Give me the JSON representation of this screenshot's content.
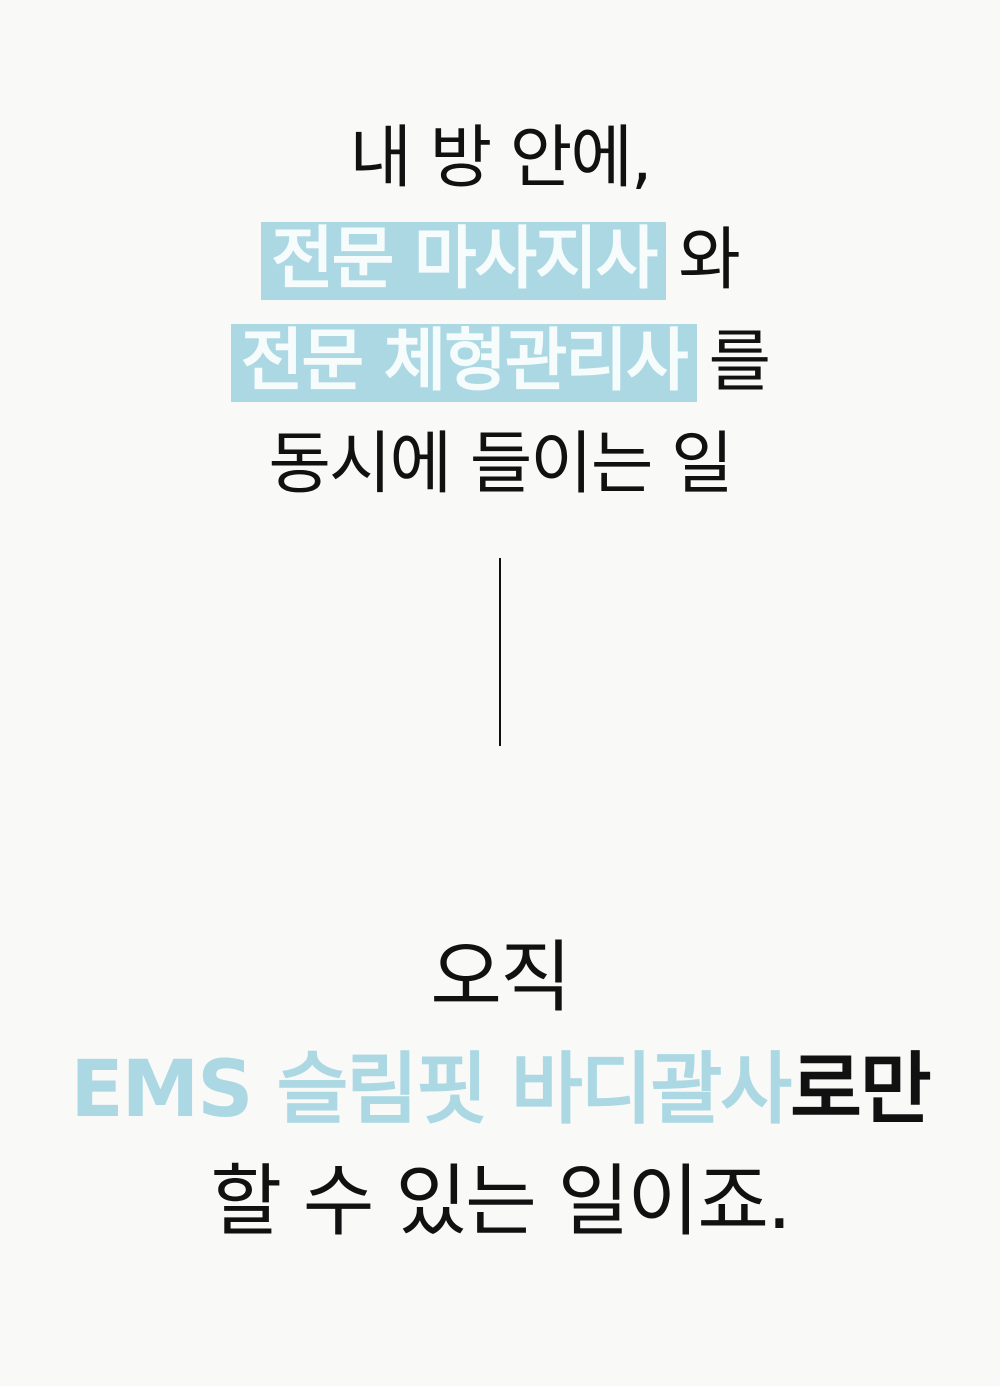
{
  "top": {
    "line1": "내 방 안에,",
    "line2": {
      "highlight": "전문 마사지사",
      "suffix": "와"
    },
    "line3": {
      "highlight": "전문 체형관리사",
      "suffix": "를"
    },
    "line4": "동시에 들이는 일"
  },
  "bottom": {
    "line1": "오직",
    "line2": {
      "accent": "EMS 슬림핏 바디괄사",
      "bold": "로만"
    },
    "line3": "할 수 있는 일이죠."
  },
  "colors": {
    "background": "#f9f9f8",
    "highlight_box": "#abd8e3",
    "highlight_text": "#f6fbfc",
    "accent_text": "#abd8e3",
    "body_text": "#111111"
  }
}
